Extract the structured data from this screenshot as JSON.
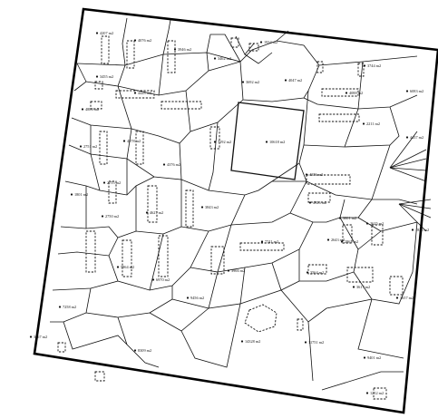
{
  "map": {
    "area_labels": [
      "4207 m2",
      "4076 m2",
      "3946 m2",
      "1934 m2",
      "3462 m2",
      "3744 m2",
      "3455 m2",
      "4886 m2",
      "4428 m2",
      "3692 m2",
      "4047 m2",
      "4088 m2",
      "6083 m2",
      "2211 m2",
      "10618 m2",
      "7192 m2",
      "4378 m2",
      "2751 m2",
      "4376 m2",
      "1801 m2",
      "2755 m2",
      "2750 m2",
      "4627 m2",
      "3843 m2",
      "4437 m2",
      "4376 m2",
      "4926 m2",
      "3801 m2",
      "2643 m2",
      "7741 m2",
      "2862 m2",
      "3564 m2",
      "5964 m2",
      "6970 m2",
      "3966 m2",
      "3617 m2",
      "3657 m2",
      "9456 m2",
      "7258 m2",
      "3667 m2",
      "14328 m2",
      "11751 m2",
      "8309 m2",
      "9401 m2",
      "1212 m2",
      "2625 m2",
      "1825 m2"
    ]
  }
}
